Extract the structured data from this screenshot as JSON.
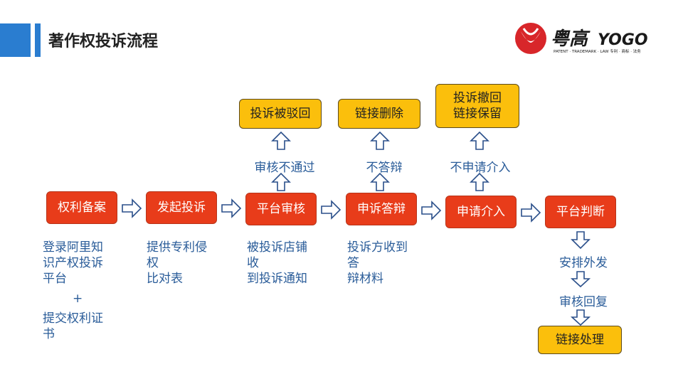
{
  "title": "著作权投诉流程",
  "logo": {
    "brand": "粤高",
    "brand_latin": "YOGO",
    "tagline": "PATENT · TRADEMARK · LAW  专利 · 商标 · 法务"
  },
  "steps": [
    "权利备案",
    "发起投诉",
    "平台审核",
    "申诉答辩",
    "申请介入",
    "平台判断"
  ],
  "outcomes": {
    "rejected": "投诉被驳回",
    "deleted": "链接删除",
    "withdraw_line1": "投诉撤回",
    "withdraw_line2": "链接保留",
    "handled": "链接处理"
  },
  "branch_labels": {
    "review_fail": "审核不通过",
    "no_reply": "不答辩",
    "no_intervene": "不申请介入",
    "arrange": "安排外发",
    "review_reply": "审核回复"
  },
  "notes": {
    "record": [
      "登录阿里知",
      "识产权投诉",
      "平台",
      "+",
      "提交权利证",
      "书"
    ],
    "complaint": [
      "提供专利侵",
      "权",
      "比对表"
    ],
    "review": [
      "被投诉店铺",
      "收",
      "到投诉通知"
    ],
    "appeal": [
      "投诉方收到",
      "答",
      "辩材料"
    ]
  },
  "colors": {
    "step": "#e83c1a",
    "outcome": "#fbbf0c",
    "text": "#2a5c99",
    "accent": "#2a7dd0"
  }
}
